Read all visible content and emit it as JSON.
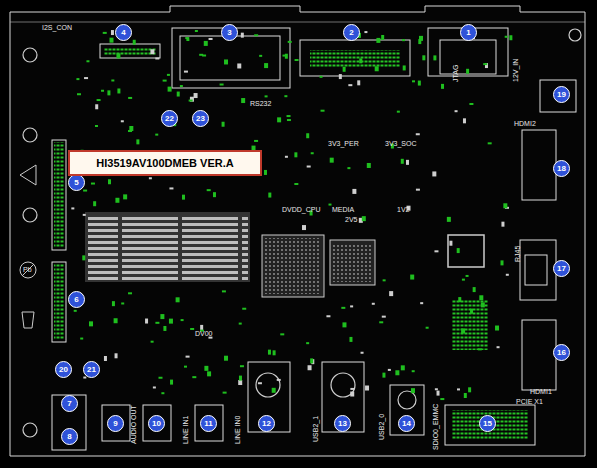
{
  "diagram": {
    "nodes": [
      {
        "text": [
          "HI3519AV100DMEB VER.A"
        ]
      }
    ],
    "labels": [
      "1",
      "2",
      "3",
      "4",
      "5",
      "6",
      "7",
      "8",
      "9",
      "10",
      "11",
      "12",
      "13",
      "14",
      "15",
      "16",
      "17",
      "18",
      "19",
      "20",
      "21",
      "22",
      "23",
      "I2S_CON",
      "JTAG",
      "12V_IN",
      "RS232",
      "3V3_PER",
      "3V3_SOC",
      "HDMI2",
      "DVDD_CPU",
      "MEDIA",
      "2V5",
      "1V2",
      "RJ45",
      "HDMI1",
      "PCIE X1",
      "USB2_1",
      "USB2_0",
      "SDIO0_EMMC",
      "AUDIO OUT",
      "LINE IN1",
      "LINE IN0",
      "DV00",
      "Pb"
    ]
  }
}
